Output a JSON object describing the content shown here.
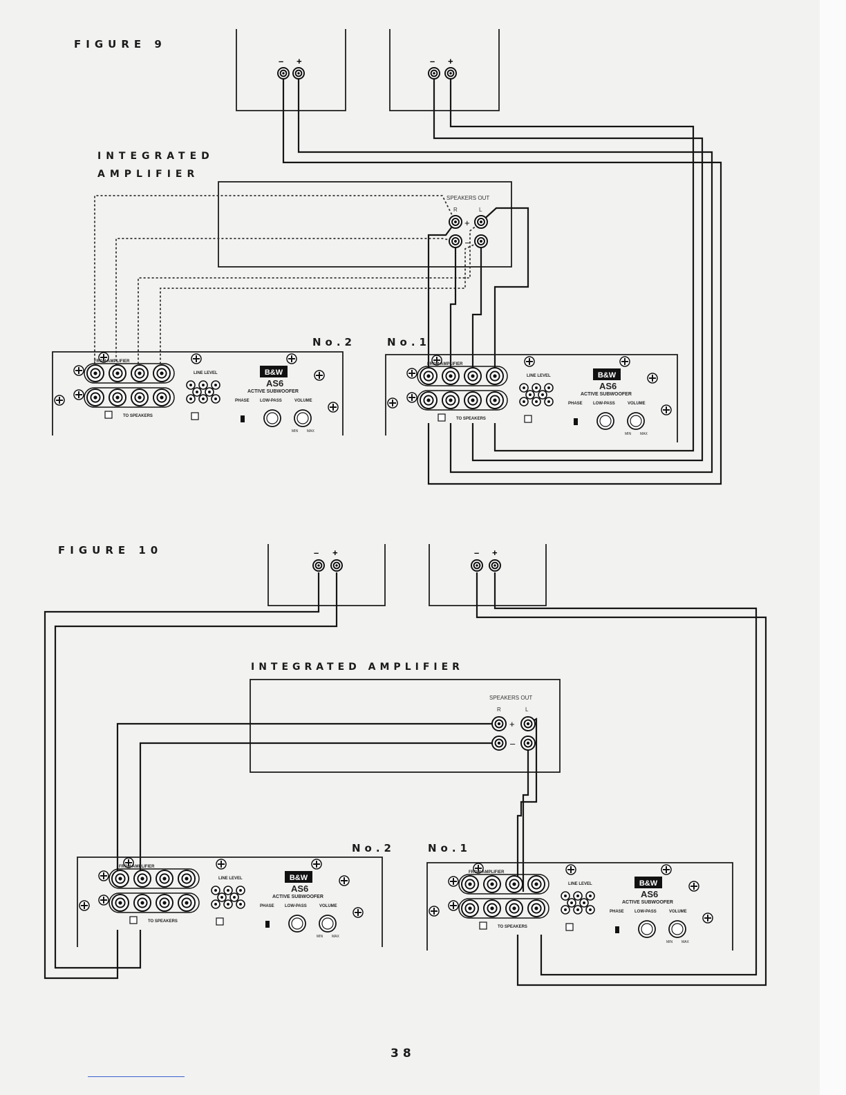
{
  "figure9": {
    "title": "FIGURE 9",
    "amp_title_line1": "INTEGRATED",
    "amp_title_line2": "AMPLIFIER",
    "speaker_terminal_minus": "–",
    "speaker_terminal_plus": "+",
    "speakers_out_label": "SPEAKERS OUT",
    "speakers_out_r": "R",
    "speakers_out_l": "L",
    "speakers_out_plus": "+",
    "speakers_out_minus": "–",
    "unit_left_label": "No.2",
    "unit_right_label": "No.1"
  },
  "figure10": {
    "title": "FIGURE 10",
    "amp_title": "INTEGRATED AMPLIFIER",
    "speaker_terminal_minus": "–",
    "speaker_terminal_plus": "+",
    "speakers_out_label": "SPEAKERS OUT",
    "speakers_out_r": "R",
    "speakers_out_l": "L",
    "speakers_out_plus": "+",
    "speakers_out_minus": "–",
    "unit_left_label": "No.2",
    "unit_right_label": "No.1"
  },
  "subwoofer_panel": {
    "brand": "B&W",
    "model": "AS6",
    "subtitle": "ACTIVE SUBWOOFER",
    "from_amplifier": "FROM AMPLIFIER",
    "to_speakers": "TO SPEAKERS",
    "line_level": "LINE LEVEL",
    "phase": "PHASE",
    "low_pass": "LOW-PASS",
    "volume": "VOLUME",
    "min": "MIN",
    "max": "MAX"
  },
  "page_number": "38"
}
